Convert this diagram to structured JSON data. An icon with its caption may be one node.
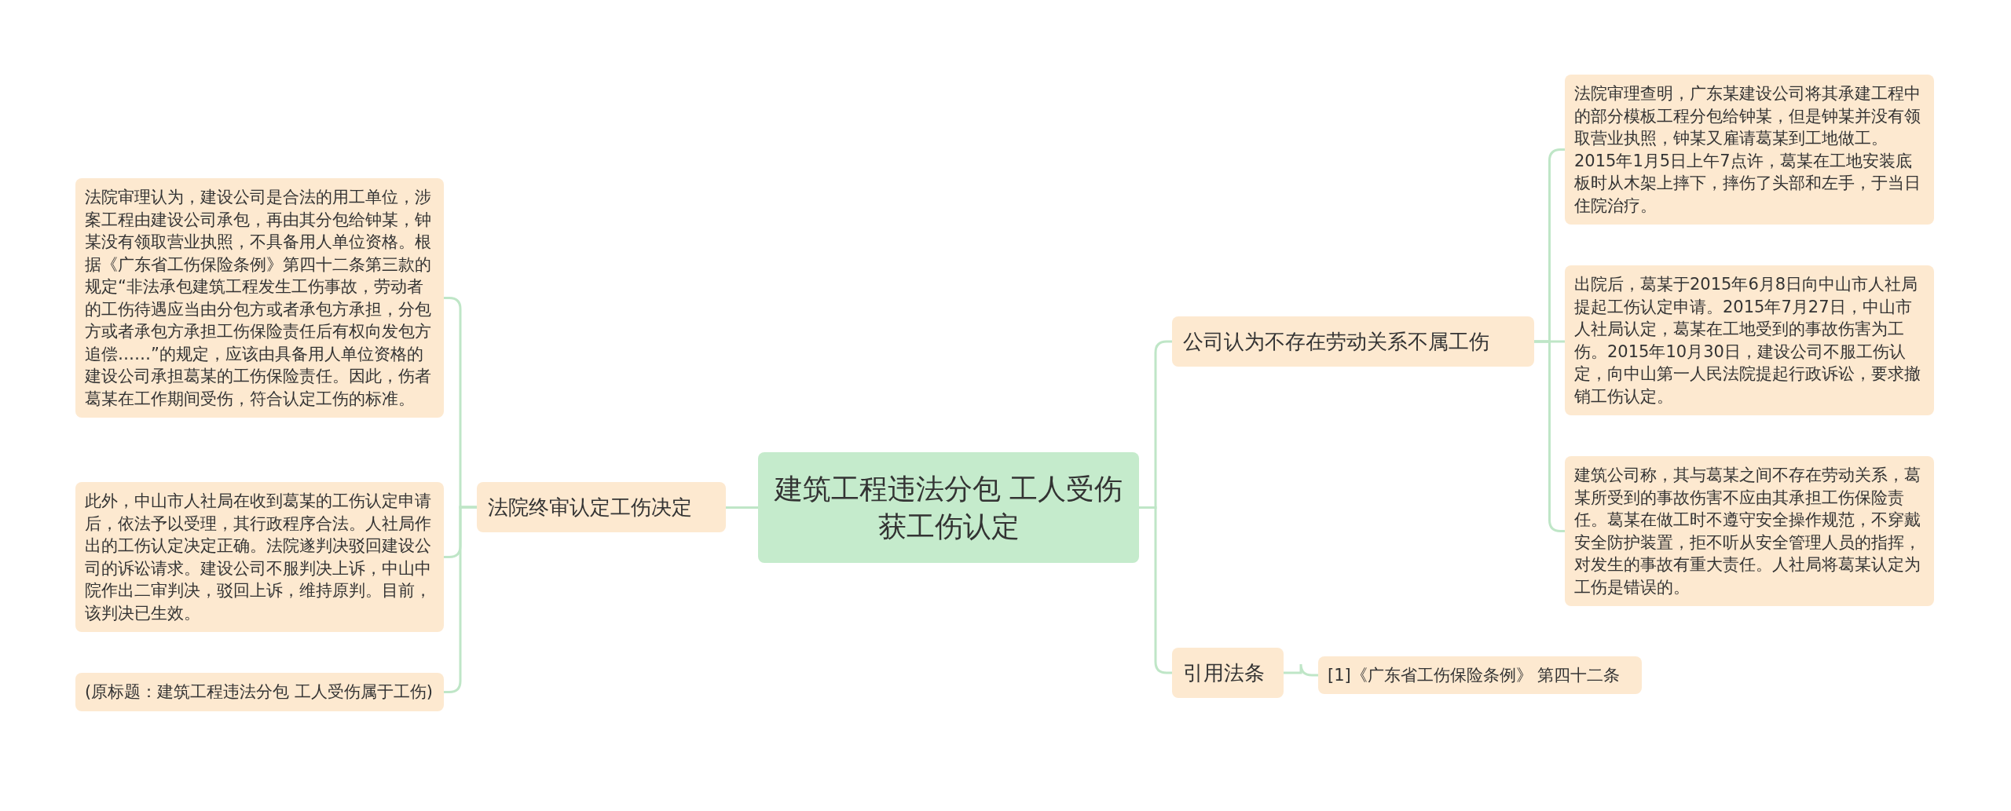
{
  "diagram": {
    "nodes": [
      {
        "text": [
          "建筑工程违法分包 工人受伤获工伤认定"
        ]
      },
      {
        "text": [
          "法院终审认定工伤决定"
        ]
      },
      {
        "text": [
          "法院审理认为，建设公司是合法的用工单位，涉案工程由建设公司承包，再由其分包给钟某，钟某没有领取营业执照，不具备用人单位资格。根据《广东省工伤保险条例》第四十二条第三款的规定“非法承包建筑工程发生工伤事故，劳动者的工伤待遇应当由分包方或者承包方承担，分包方或者承包方承担工伤保险责任后有权向发包方追偿……”的规定，应该由具备用人单位资格的建设公司承担葛某的工伤保险责任。因此，伤者葛某在工作期间受伤，符合认定工伤的标准。"
        ]
      },
      {
        "text": [
          "此外，中山市人社局在收到葛某的工伤认定申请后，依法予以受理，其行政程序合法。人社局作出的工伤认定决定正确。法院遂判决驳回建设公司的诉讼请求。建设公司不服判决上诉，中山中院作出二审判决，驳回上诉，维持原判。目前，该判决已生效。"
        ]
      },
      {
        "text": [
          "(原标题：建筑工程违法分包 工人受伤属于工伤)"
        ]
      },
      {
        "text": [
          "公司认为不存在劳动关系不属工伤"
        ]
      },
      {
        "text": [
          "法院审理查明，广东某建设公司将其承建工程中的部分模板工程分包给钟某，但是钟某并没有领取营业执照，钟某又雇请葛某到工地做工。2015年1月5日上午7点许，葛某在工地安装底板时从木架上摔下，摔伤了头部和左手，于当日住院治疗。"
        ]
      },
      {
        "text": [
          "出院后，葛某于2015年6月8日向中山市人社局提起工伤认定申请。2015年7月27日，中山市人社局认定，葛某在工地受到的事故伤害为工伤。2015年10月30日，建设公司不服工伤认定，向中山第一人民法院提起行政诉讼，要求撤销工伤认定。"
        ]
      },
      {
        "text": [
          "建筑公司称，其与葛某之间不存在劳动关系，葛某所受到的事故伤害不应由其承担工伤保险责任。葛某在做工时不遵守安全操作规范，不穿戴安全防护装置，拒不听从安全管理人员的指挥，对发生的事故有重大责任。人社局将葛某认定为工伤是错误的。"
        ]
      },
      {
        "text": [
          "引用法条"
        ]
      },
      {
        "text": [
          "[1]《广东省工伤保险条例》 第四十二条"
        ]
      }
    ],
    "edges": [
      {
        "from": 0,
        "to": 1,
        "arrow": "none"
      },
      {
        "from": 1,
        "to": 2,
        "arrow": "none"
      },
      {
        "from": 1,
        "to": 3,
        "arrow": "none"
      },
      {
        "from": 1,
        "to": 4,
        "arrow": "none"
      },
      {
        "from": 0,
        "to": 5,
        "arrow": "none"
      },
      {
        "from": 5,
        "to": 6,
        "arrow": "none"
      },
      {
        "from": 5,
        "to": 7,
        "arrow": "none"
      },
      {
        "from": 5,
        "to": 8,
        "arrow": "none"
      },
      {
        "from": 0,
        "to": 9,
        "arrow": "none"
      },
      {
        "from": 9,
        "to": 10,
        "arrow": "none"
      }
    ]
  }
}
